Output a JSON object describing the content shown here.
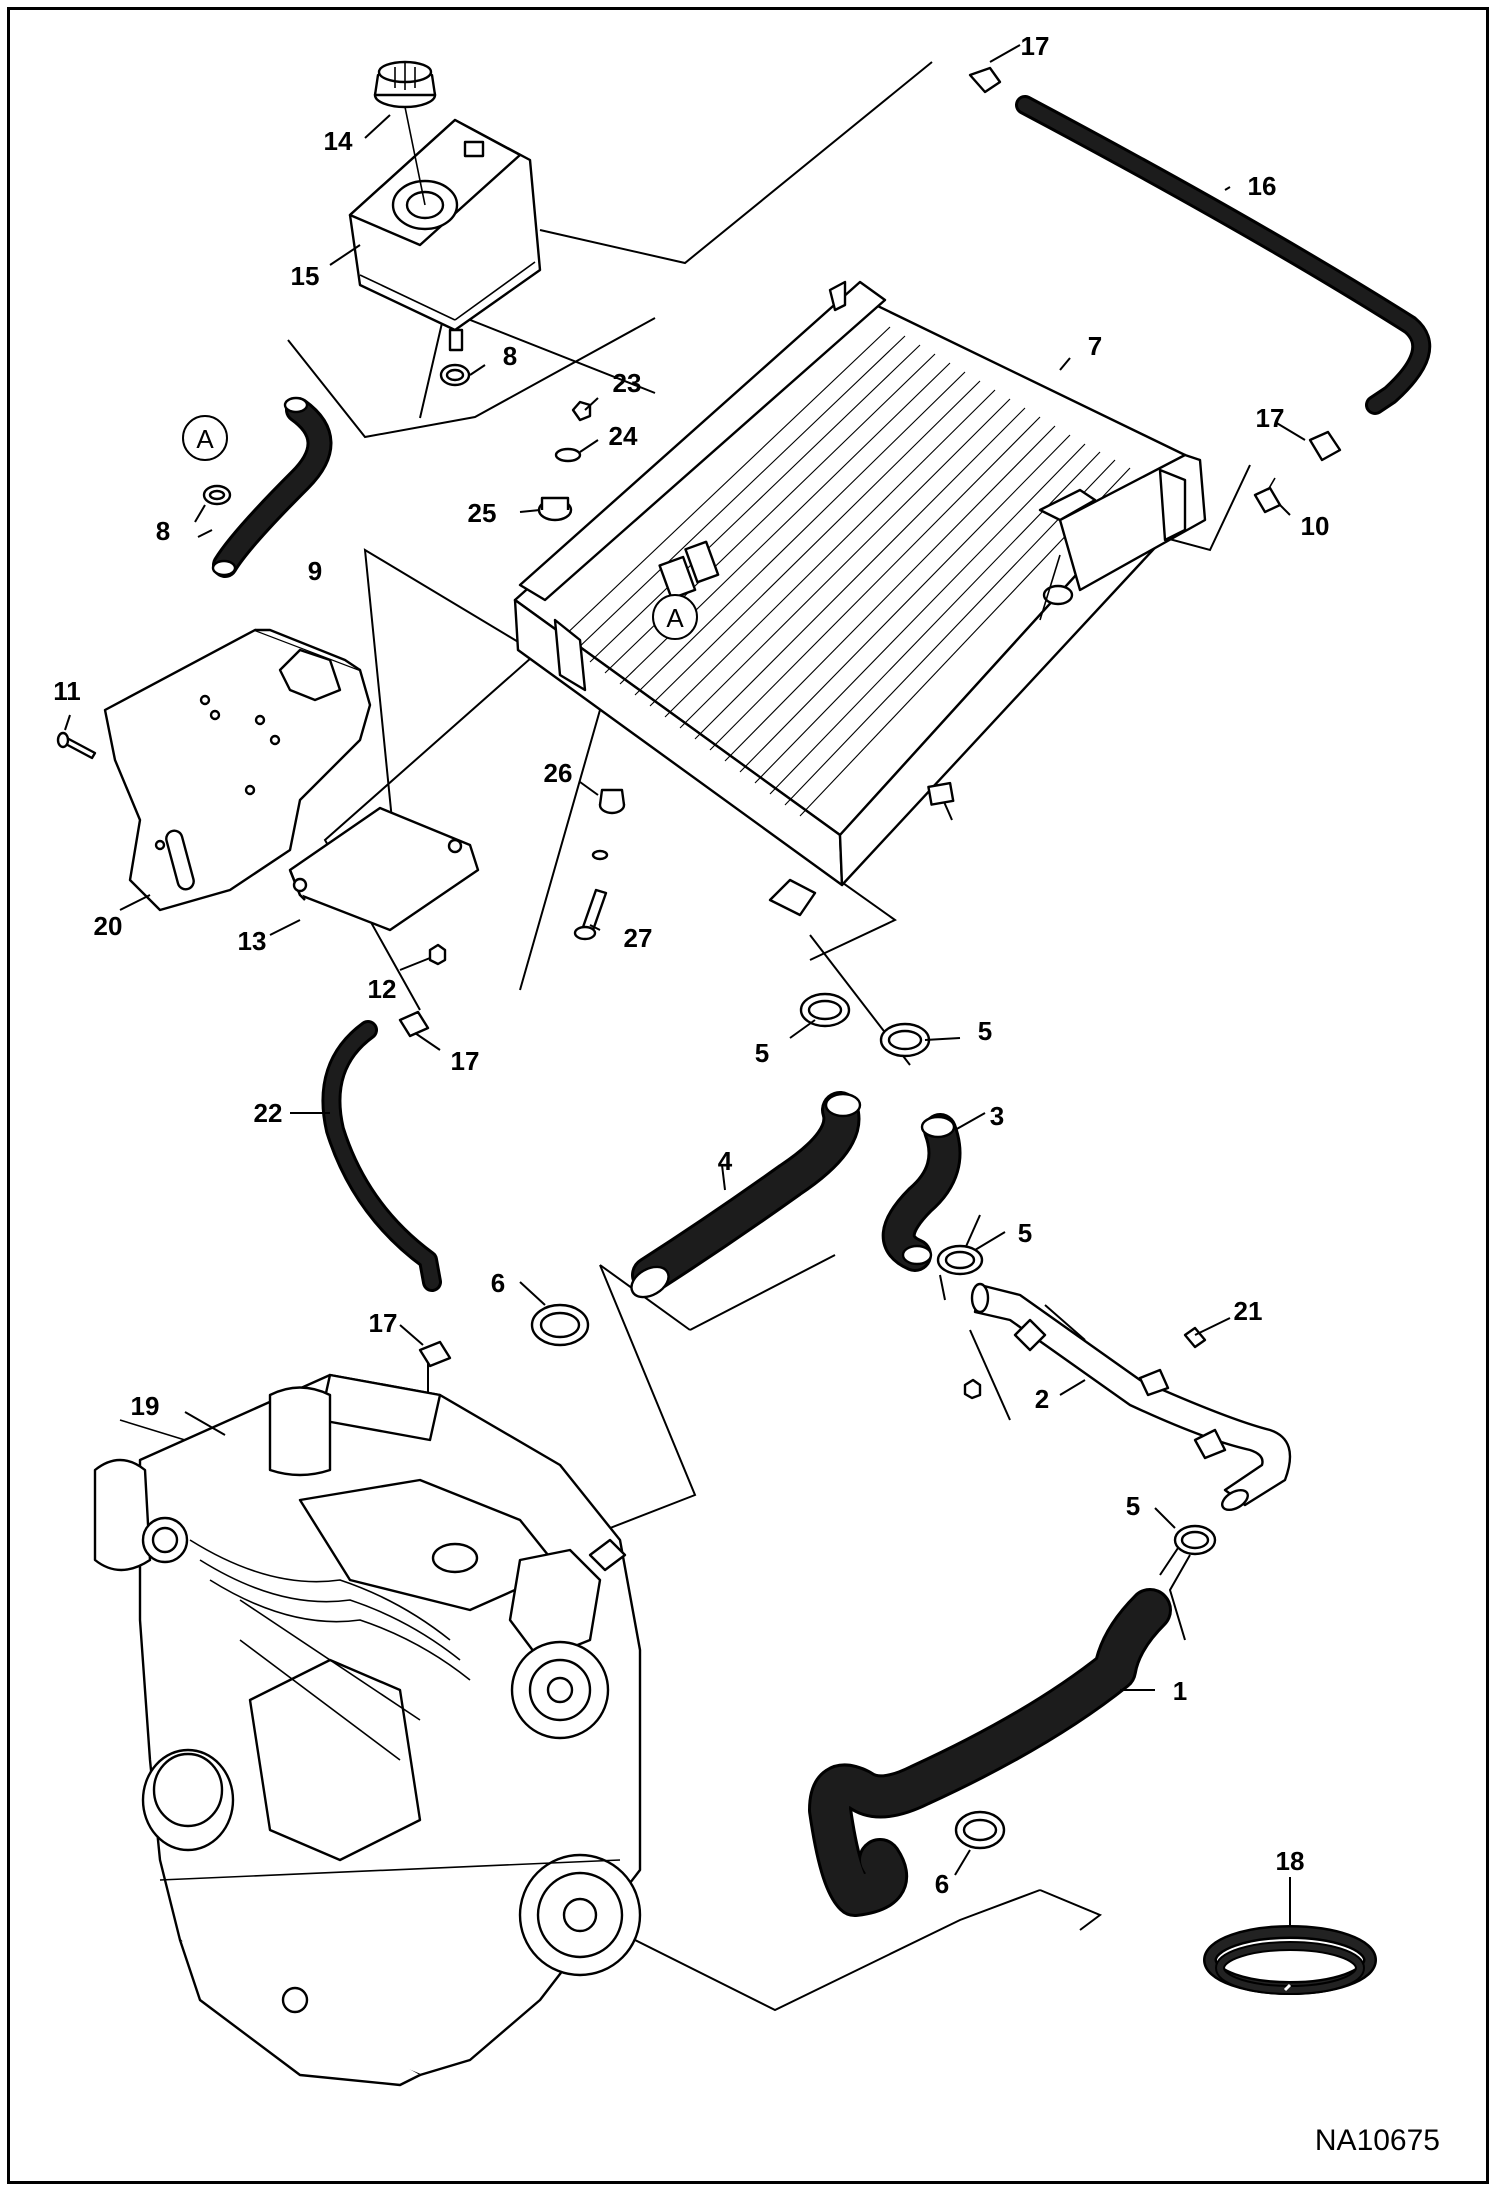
{
  "diagram_id": "NA10675",
  "detail_marker": "A",
  "callouts": {
    "c1": "1",
    "c2": "2",
    "c3": "3",
    "c4": "4",
    "c5a": "5",
    "c5b": "5",
    "c5c": "5",
    "c5d": "5",
    "c6a": "6",
    "c6b": "6",
    "c7": "7",
    "c8a": "8",
    "c8b": "8",
    "c9": "9",
    "c10": "10",
    "c11": "11",
    "c12": "12",
    "c13": "13",
    "c14": "14",
    "c15": "15",
    "c16": "16",
    "c17a": "17",
    "c17b": "17",
    "c17c": "17",
    "c17d": "17",
    "c18": "18",
    "c19": "19",
    "c20": "20",
    "c21": "21",
    "c22": "22",
    "c23": "23",
    "c24": "24",
    "c25": "25",
    "c26": "26",
    "c27": "27"
  }
}
